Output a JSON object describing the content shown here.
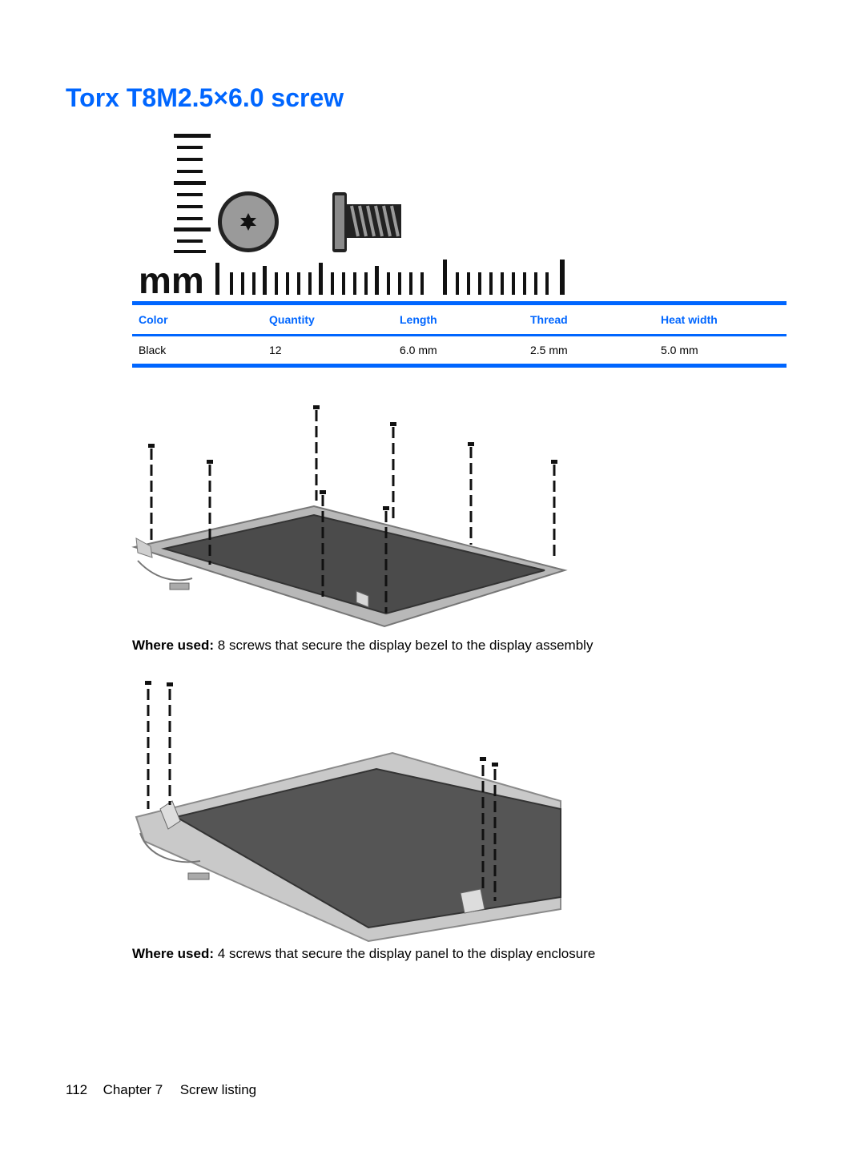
{
  "page": {
    "title": "Torx T8M2.5×6.0 screw"
  },
  "scale_figure": {
    "unit_label": "mm"
  },
  "spec_table": {
    "headers": [
      "Color",
      "Quantity",
      "Length",
      "Thread",
      "Heat width"
    ],
    "rows": [
      [
        "Black",
        "12",
        "6.0 mm",
        "2.5 mm",
        "5.0 mm"
      ]
    ],
    "accent_color": "#0066ff"
  },
  "figures": [
    {
      "caption_label": "Where used:",
      "caption_text": "8 screws that secure the display bezel to the display assembly"
    },
    {
      "caption_label": "Where used:",
      "caption_text": "4 screws that secure the display panel to the display enclosure"
    }
  ],
  "footer": {
    "page_number": "112",
    "chapter": "Chapter 7",
    "section": "Screw listing"
  }
}
